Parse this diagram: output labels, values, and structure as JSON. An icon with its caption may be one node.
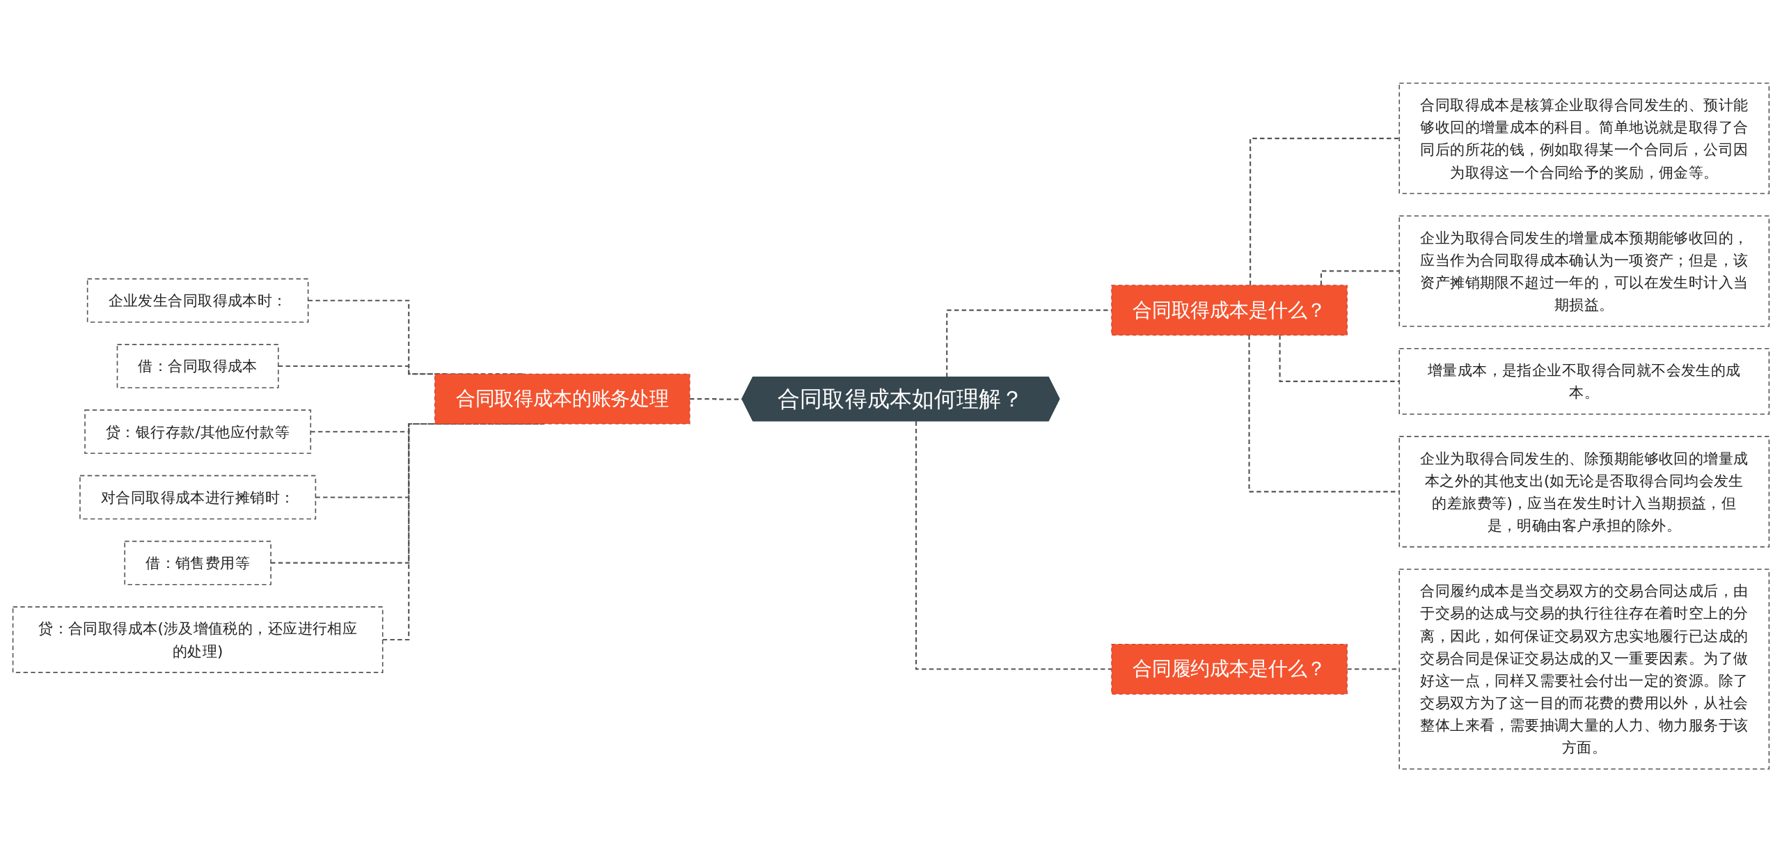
{
  "diagram": {
    "nodes": [
      {
        "text": [
          "合同取得成本如何理解？"
        ]
      },
      {
        "text": [
          "合同取得成本是什么？"
        ]
      },
      {
        "text": [
          "合同取得成本是核算企业取得合同发生的、预计能够收回的增量成本的科目。简单地说就是取得了合同后的所花的钱，例如取得某一个合同后，公司因为取得这一个合同给予的奖励，佣金等。"
        ]
      },
      {
        "text": [
          "企业为取得合同发生的增量成本预期能够收回的，应当作为合同取得成本确认为一项资产；但是，该资产摊销期限不超过一年的，可以在发生时计入当期损益。"
        ]
      },
      {
        "text": [
          "增量成本，是指企业不取得合同就不会发生的成本。"
        ]
      },
      {
        "text": [
          "企业为取得合同发生的、除预期能够收回的增量成本之外的其他支出(如无论是否取得合同均会发生的差旅费等)，应当在发生时计入当期损益，但是，明确由客户承担的除外。"
        ]
      },
      {
        "text": [
          "合同履约成本是什么？"
        ]
      },
      {
        "text": [
          "合同履约成本是当交易双方的交易合同达成后，由于交易的达成与交易的执行往往存在着时空上的分离，因此，如何保证交易双方忠实地履行已达成的交易合同是保证交易达成的又一重要因素。为了做好这一点，同样又需要社会付出一定的资源。除了交易双方为了这一目的而花费的费用以外，从社会整体上来看，需要抽调大量的人力、物力服务于该方面。"
        ]
      },
      {
        "text": [
          "合同取得成本的账务处理"
        ]
      },
      {
        "text": [
          "企业发生合同取得成本时："
        ]
      },
      {
        "text": [
          "借：合同取得成本"
        ]
      },
      {
        "text": [
          "贷：银行存款/其他应付款等"
        ]
      },
      {
        "text": [
          "对合同取得成本进行摊销时："
        ]
      },
      {
        "text": [
          "借：销售费用等"
        ]
      },
      {
        "text": [
          "贷：合同取得成本(涉及增值税的，还应进行相应的处理)"
        ]
      }
    ],
    "edges": [
      {
        "from": 0,
        "to": 1,
        "arrow": "none",
        "style": "dashed"
      },
      {
        "from": 1,
        "to": 2,
        "arrow": "none",
        "style": "dashed"
      },
      {
        "from": 1,
        "to": 3,
        "arrow": "none",
        "style": "dashed"
      },
      {
        "from": 1,
        "to": 4,
        "arrow": "none",
        "style": "dashed"
      },
      {
        "from": 1,
        "to": 5,
        "arrow": "none",
        "style": "dashed"
      },
      {
        "from": 0,
        "to": 6,
        "arrow": "none",
        "style": "dashed"
      },
      {
        "from": 6,
        "to": 7,
        "arrow": "none",
        "style": "dashed"
      },
      {
        "from": 8,
        "to": 0,
        "arrow": "none",
        "style": "dashed"
      },
      {
        "from": 9,
        "to": 8,
        "arrow": "none",
        "style": "dashed"
      },
      {
        "from": 10,
        "to": 8,
        "arrow": "none",
        "style": "dashed"
      },
      {
        "from": 11,
        "to": 8,
        "arrow": "none",
        "style": "dashed"
      },
      {
        "from": 12,
        "to": 8,
        "arrow": "none",
        "style": "dashed"
      },
      {
        "from": 13,
        "to": 8,
        "arrow": "none",
        "style": "dashed"
      },
      {
        "from": 14,
        "to": 8,
        "arrow": "none",
        "style": "dashed"
      }
    ]
  }
}
